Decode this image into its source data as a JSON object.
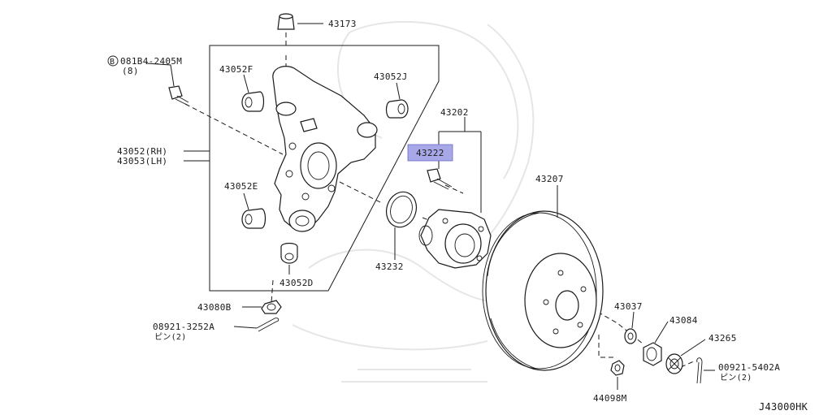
{
  "diagram": {
    "catalog_code": "J43000HK",
    "highlight_color": "#a8a8e8",
    "labels": {
      "p43173": "43173",
      "bolt_code": "081B4-2405M",
      "bolt_prefix": "B",
      "bolt_qty": "(8)",
      "p43052f": "43052F",
      "p43052j": "43052J",
      "p43202": "43202",
      "p43222": "43222",
      "p43052_rh": "43052(RH)",
      "p43053_lh": "43053(LH)",
      "p43052e": "43052E",
      "p43207": "43207",
      "p43232": "43232",
      "p43052d": "43052D",
      "p43080b": "43080B",
      "pin_code": "08921-3252A",
      "pin_qty": "ピン(2)",
      "p43037": "43037",
      "p43084": "43084",
      "p43265": "43265",
      "pin2_code": "00921-5402A",
      "pin2_qty": "ピン(2)",
      "p44098m": "44098M"
    }
  }
}
